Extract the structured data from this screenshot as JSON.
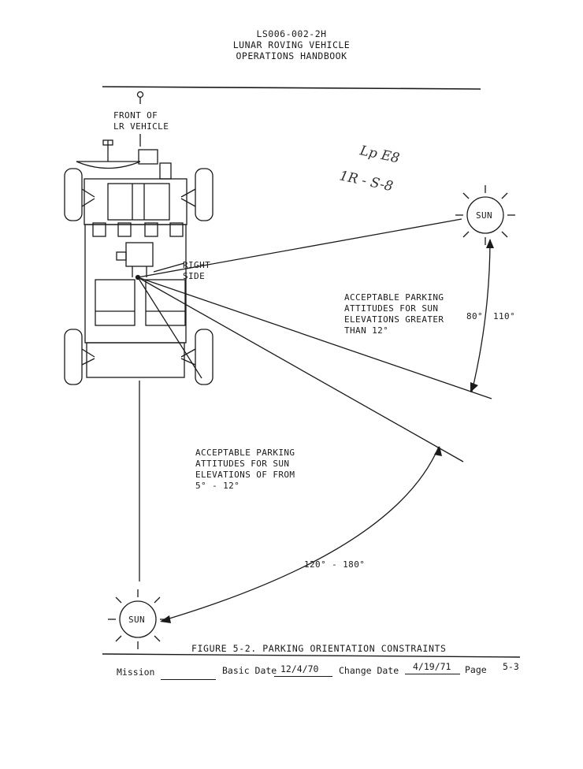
{
  "document": {
    "header_lines": [
      "LS006-002-2H",
      "LUNAR ROVING VEHICLE",
      "OPERATIONS HANDBOOK"
    ]
  },
  "figure": {
    "caption": "FIGURE 5-2.  PARKING ORIENTATION CONSTRAINTS",
    "front_label": [
      "FRONT OF",
      "LR VEHICLE"
    ],
    "right_side_label": [
      "RIGHT",
      "SIDE"
    ],
    "sun_label": "SUN",
    "zone_high_label": [
      "ACCEPTABLE PARKING",
      "ATTITUDES FOR SUN",
      "ELEVATIONS GREATER",
      "THAN 12°"
    ],
    "zone_low_label": [
      "ACCEPTABLE PARKING",
      "ATTITUDES FOR SUN",
      "ELEVATIONS OF FROM",
      "5° - 12°"
    ],
    "angle_high_a": "80°",
    "angle_high_b": "110°",
    "angle_low": "120° - 180°",
    "handwritten": [
      "Lp  E8",
      "1R - S-8"
    ]
  },
  "footer": {
    "mission_label": "Mission",
    "basic_date_label": "Basic Date",
    "basic_date_value": "12/4/70",
    "change_date_label": "Change Date",
    "change_date_value": "4/19/71",
    "page_label": "Page",
    "page_value": "5-3"
  }
}
